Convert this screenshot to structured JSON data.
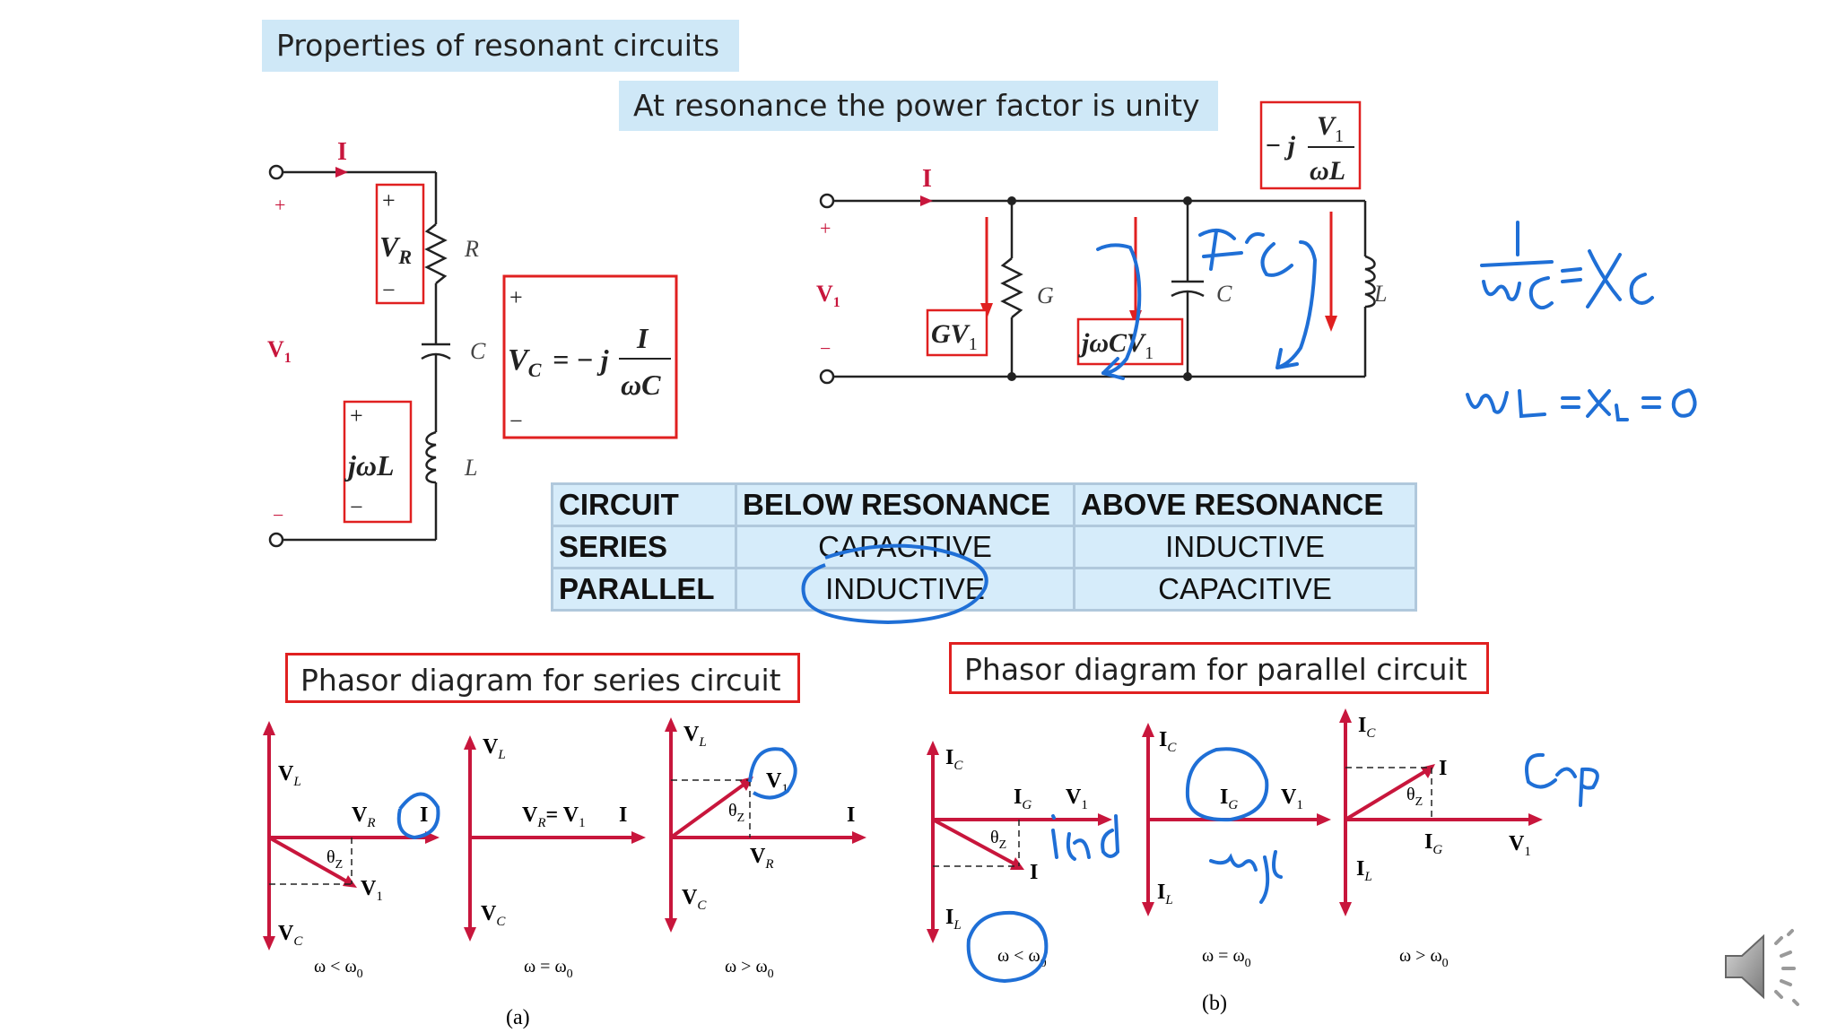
{
  "titles": {
    "main": "Properties of resonant circuits",
    "sub": "At resonance the power factor is unity",
    "series_phasor": "Phasor diagram for series circuit",
    "parallel_phasor": "Phasor diagram for parallel circuit"
  },
  "series_circuit": {
    "current": "I",
    "source": "V",
    "source_sub": "1",
    "plus": "+",
    "minus": "−",
    "r": "R",
    "c": "C",
    "l": "L",
    "vr": "V",
    "vr_sub": "R",
    "jwl": "jωL",
    "vc_lhs": "V",
    "vc_sub": "C",
    "vc_eq": "= − j",
    "vc_num": "I",
    "vc_den": "ωC"
  },
  "parallel_circuit": {
    "current": "I",
    "source": "V",
    "source_sub": "1",
    "plus": "+",
    "minus": "−",
    "g": "G",
    "c": "C",
    "l": "L",
    "gv": "GV",
    "gv_sub": "1",
    "jwcv": "jωCV",
    "jwcv_sub": "1",
    "il_pre": "− j",
    "il_num": "V",
    "il_num_sub": "1",
    "il_den": "ωL"
  },
  "table": {
    "headers": [
      "CIRCUIT",
      "BELOW RESONANCE",
      "ABOVE RESONANCE"
    ],
    "rows": [
      [
        "SERIES",
        "CAPACITIVE",
        "INDUCTIVE"
      ],
      [
        "PARALLEL",
        "INDUCTIVE",
        "CAPACITIVE"
      ]
    ]
  },
  "series_phasors": {
    "below": {
      "cond": "ω < ω",
      "cond_sub": "0",
      "vl": "V",
      "vl_sub": "L",
      "vr": "V",
      "vr_sub": "R",
      "i": "I",
      "theta": "θ",
      "theta_sub": "Z",
      "v1": "V",
      "v1_sub": "1",
      "vc": "V",
      "vc_sub": "C"
    },
    "at": {
      "cond": "ω = ω",
      "cond_sub": "0",
      "vl": "V",
      "vl_sub": "L",
      "vr": "V",
      "vr_sub": "R",
      "eq": "= V",
      "eq_sub": "1",
      "i": "I",
      "vc": "V",
      "vc_sub": "C"
    },
    "above": {
      "cond": "ω > ω",
      "cond_sub": "0",
      "vl": "V",
      "vl_sub": "L",
      "v1": "V",
      "v1_sub": "1",
      "theta": "θ",
      "theta_sub": "Z",
      "i": "I",
      "vr": "V",
      "vr_sub": "R",
      "vc": "V",
      "vc_sub": "C"
    },
    "caption": "(a)"
  },
  "parallel_phasors": {
    "below": {
      "cond": "ω < ω",
      "cond_sub": "0",
      "ic": "I",
      "ic_sub": "C",
      "ig": "I",
      "ig_sub": "G",
      "v1": "V",
      "v1_sub": "1",
      "theta": "θ",
      "theta_sub": "Z",
      "i": "I",
      "il": "I",
      "il_sub": "L"
    },
    "at": {
      "cond": "ω = ω",
      "cond_sub": "0",
      "ic": "I",
      "ic_sub": "C",
      "ig": "I",
      "ig_sub": "G",
      "v1": "V",
      "v1_sub": "1",
      "il": "I",
      "il_sub": "L"
    },
    "above": {
      "cond": "ω > ω",
      "cond_sub": "0",
      "ic": "I",
      "ic_sub": "C",
      "i": "I",
      "theta": "θ",
      "theta_sub": "Z",
      "ig": "I",
      "ig_sub": "G",
      "v1": "V",
      "v1_sub": "1",
      "il": "I",
      "il_sub": "L"
    },
    "caption": "(b)"
  },
  "colors": {
    "accent_red": "#e02020",
    "phasor_red": "#c8163c",
    "ink_blue": "#1f6fd6",
    "label_blue": "#cfe8f7"
  },
  "icons": {
    "speaker": "speaker-icon"
  }
}
